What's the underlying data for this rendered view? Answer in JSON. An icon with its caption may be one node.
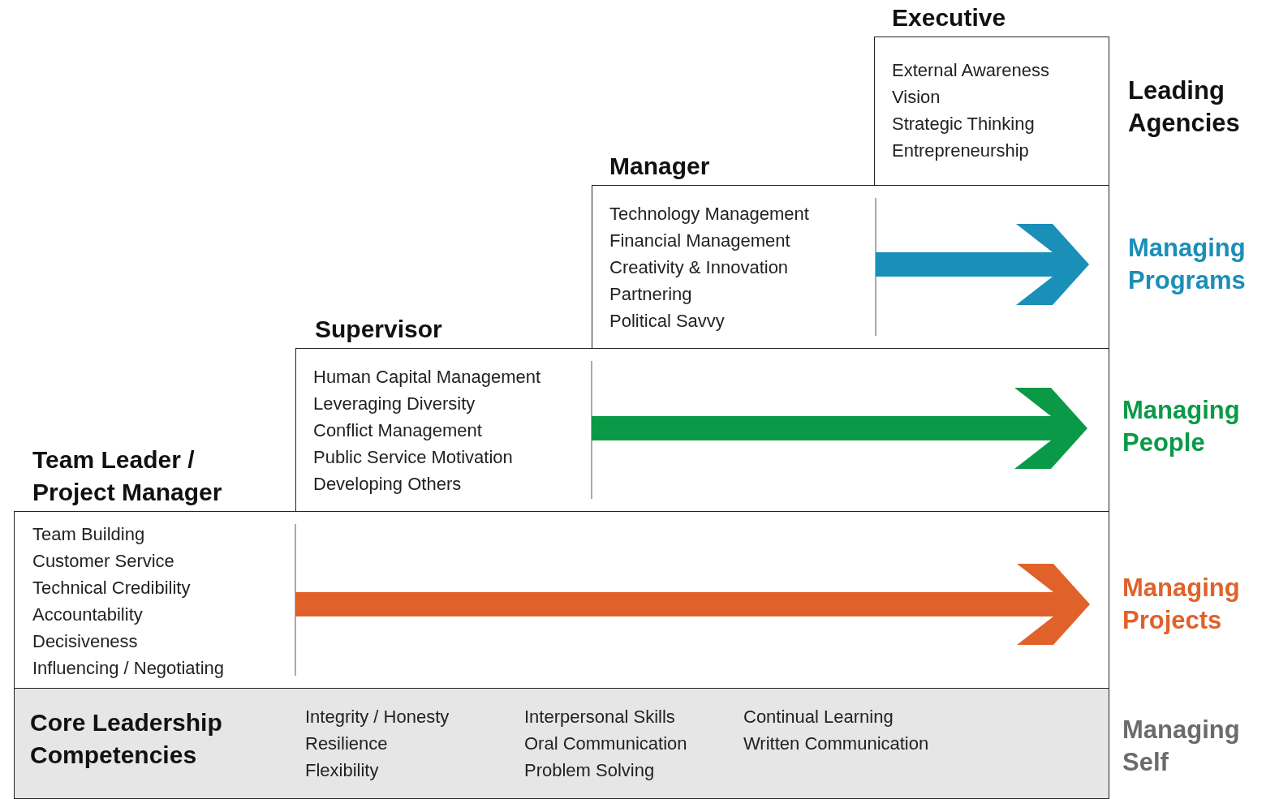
{
  "diagram": {
    "nodes": [
      {
        "text": [
          "Executive",
          "External Awareness",
          "Vision",
          "Strategic Thinking",
          "Entrepreneurship"
        ]
      },
      {
        "text": [
          "Manager",
          "Technology Management",
          "Financial Management",
          "Creativity & Innovation",
          "Partnering",
          "Political Savvy"
        ]
      },
      {
        "text": [
          "Supervisor",
          "Human Capital Management",
          "Leveraging Diversity",
          "Conflict Management",
          "Public Service Motivation",
          "Developing Others"
        ]
      },
      {
        "text": [
          "Team Leader / Project Manager",
          "Team Building",
          "Customer Service",
          "Technical Credibility",
          "Accountability",
          "Decisiveness",
          "Influencing / Negotiating"
        ]
      },
      {
        "text": [
          "Core Leadership Competencies",
          "Integrity / Honesty",
          "Resilience",
          "Flexibility",
          "Interpersonal Skills",
          "Oral Communication",
          "Problem Solving",
          "Continual Learning",
          "Written Communication"
        ]
      }
    ],
    "edges": [],
    "labels": [
      "Leading Agencies",
      "Managing Programs",
      "Managing People",
      "Managing Projects",
      "Managing Self"
    ]
  }
}
